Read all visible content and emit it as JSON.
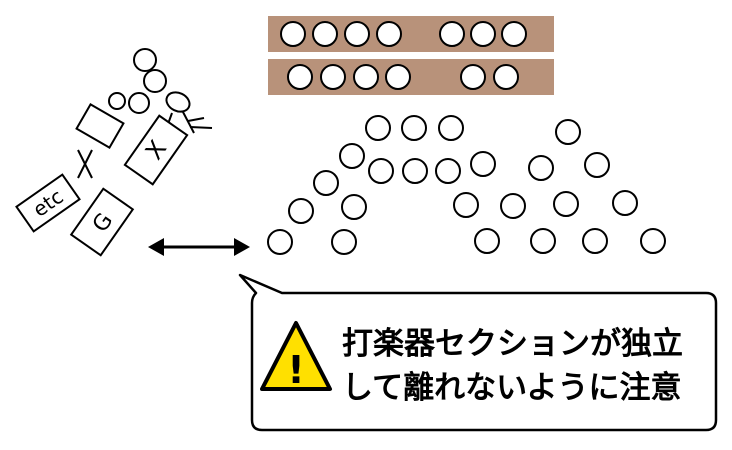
{
  "percussion": {
    "labels": [
      "X",
      "G",
      "etc"
    ]
  },
  "warning": {
    "icon": "warning-triangle-icon",
    "icon_glyph": "!",
    "line1": "打楽器セクションが独立",
    "line2": "して離れないように注意"
  },
  "colors": {
    "riser": "#b8927a",
    "warning_fill": "#ffe000",
    "stroke": "#000000"
  }
}
